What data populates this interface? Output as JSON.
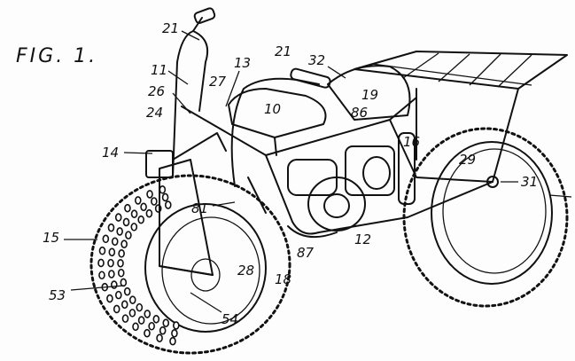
{
  "figure": {
    "title": "FIG. 1.",
    "labels": [
      "21",
      "11",
      "13",
      "27",
      "21",
      "32",
      "26",
      "24",
      "10",
      "19",
      "86",
      "16",
      "14",
      "29",
      "31",
      "81",
      "15",
      "12",
      "87",
      "28",
      "18",
      "53",
      "54"
    ]
  }
}
